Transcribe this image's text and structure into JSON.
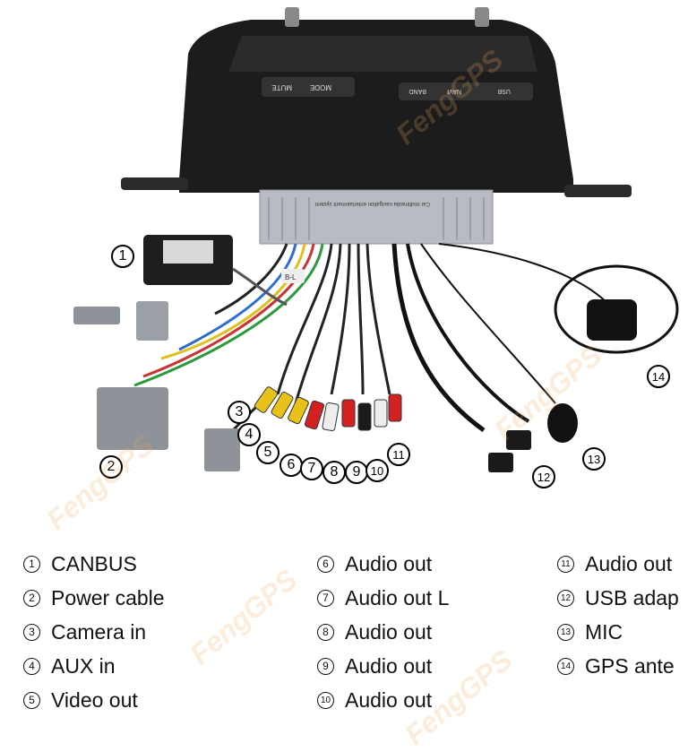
{
  "unit_labels": {
    "front_buttons_left": [
      "MUTE",
      "MODE"
    ],
    "front_buttons_right": [
      "USB",
      "NAVI",
      "BAND"
    ],
    "box_label": "Car multimedia navigation entertainment system",
    "tag": "B-L"
  },
  "watermark": "FengGPS",
  "legend": {
    "columns": [
      [
        {
          "num": "1",
          "text": "CANBUS"
        },
        {
          "num": "2",
          "text": "Power cable"
        },
        {
          "num": "3",
          "text": "Camera in"
        },
        {
          "num": "4",
          "text": "AUX in"
        },
        {
          "num": "5",
          "text": "Video out"
        }
      ],
      [
        {
          "num": "6",
          "text": "Audio out"
        },
        {
          "num": "7",
          "text": "Audio out L"
        },
        {
          "num": "8",
          "text": "Audio out"
        },
        {
          "num": "9",
          "text": "Audio out"
        },
        {
          "num": "10",
          "text": "Audio out"
        }
      ],
      [
        {
          "num": "11",
          "text": "Audio out"
        },
        {
          "num": "12",
          "text": "USB adap"
        },
        {
          "num": "13",
          "text": "MIC"
        },
        {
          "num": "14",
          "text": "GPS ante"
        }
      ]
    ]
  },
  "callouts": [
    "1",
    "2",
    "3",
    "4",
    "5",
    "6",
    "7",
    "8",
    "9",
    "10",
    "11",
    "12",
    "13",
    "14"
  ],
  "colors": {
    "rca_yellow": "#e8c21a",
    "rca_red": "#d32020",
    "rca_white": "#eeeeee",
    "rca_black": "#1a1a1a",
    "unit_black": "#1c1c1c",
    "box_metal": "#b8bcc2"
  }
}
